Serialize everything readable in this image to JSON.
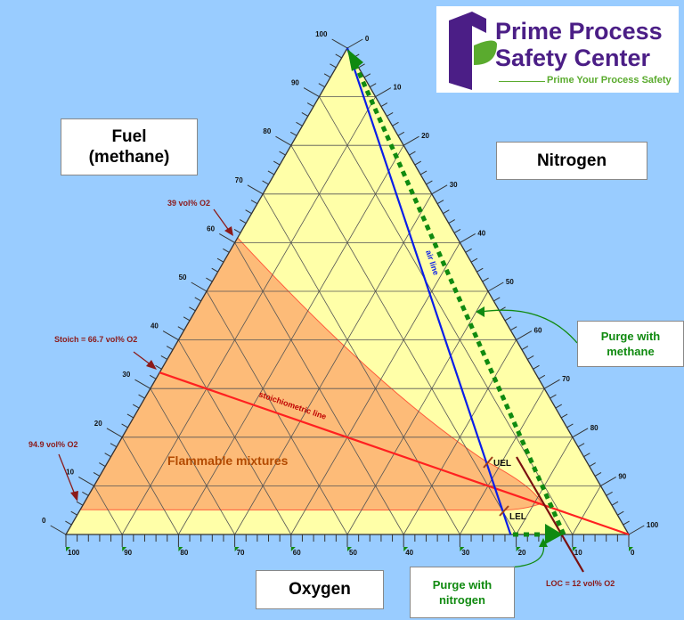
{
  "logo": {
    "line1": "Prime Process",
    "line2": "Safety Center",
    "tagline": "Prime Your Process Safety",
    "brand_purple": "#4b1e86",
    "brand_green": "#5aab2e"
  },
  "boxes": {
    "fuel": "Fuel\n(methane)",
    "nitrogen": "Nitrogen",
    "oxygen": "Oxygen",
    "purge_methane": "Purge with\nmethane",
    "purge_nitrogen": "Purge with\nnitrogen"
  },
  "annotations": {
    "o2_39": "39 vol% O2",
    "stoich": "Stoich = 66.7 vol% O2",
    "o2_949": "94.9 vol% O2",
    "loc": "LOC = 12 vol% O2",
    "stoich_line": "stoichiometric line",
    "air_line": "air line",
    "flammable": "Flammable mixtures",
    "uel": "UEL",
    "lel": "LEL"
  },
  "axes": {
    "fuel_ticks": [
      "0",
      "10",
      "20",
      "30",
      "40",
      "50",
      "60",
      "70",
      "80",
      "90",
      "100"
    ],
    "nitrogen_ticks": [
      "0",
      "10",
      "20",
      "30",
      "40",
      "50",
      "60",
      "70",
      "80",
      "90",
      "100"
    ],
    "oxygen_ticks": [
      "100",
      "90",
      "80",
      "70",
      "60",
      "50",
      "40",
      "30",
      "20",
      "10",
      "0"
    ]
  },
  "compositions": {
    "uel_fuel": 15,
    "lel_fuel": 5,
    "loc_o2": 12,
    "air_o2": 21,
    "stoich_o2": 66.7
  },
  "colors": {
    "background": "#99ccff",
    "triangle": "#ffffa8",
    "flammable": "#fdbb78",
    "stoich_line": "#ff2020",
    "air_line": "#0a1ee8",
    "purge": "#108a10",
    "loc_line": "#7a1010",
    "annotation": "#8b1a1a"
  }
}
